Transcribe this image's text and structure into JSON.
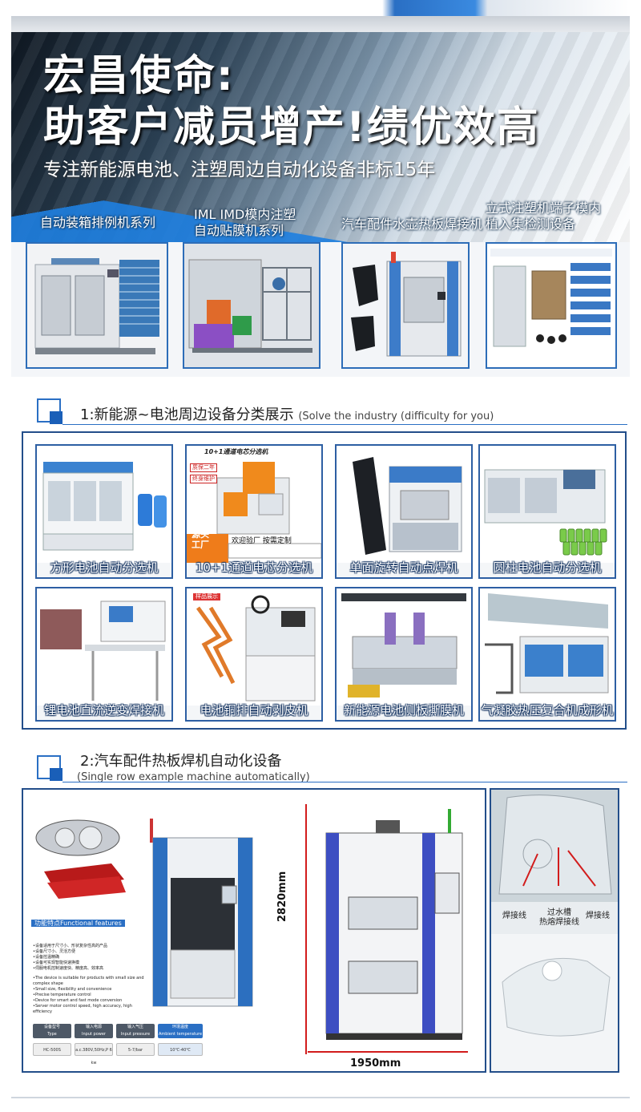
{
  "hero": {
    "title_line1": "宏昌使命:",
    "title_line2": "助客户减员增产!绩优效高",
    "subtitle": "专注新能源电池、注塑周边自动化设备非标15年",
    "products": [
      {
        "label": "自动装箱排例机系列"
      },
      {
        "label": "IML IMD模内注塑\n自动贴膜机系列"
      },
      {
        "label": "汽车配件水壶热板焊接机"
      },
      {
        "label": "立式注塑机端子模内\n植入集检测设备"
      }
    ]
  },
  "section1": {
    "title": "1:新能源~电池周边设备分类展示",
    "title_en": "(Solve the industry (difficulty for you)",
    "items": [
      {
        "label": "方形电池自动分选机"
      },
      {
        "label": "10+1通道电芯分选机"
      },
      {
        "label": "单面旋转自动点焊机"
      },
      {
        "label": "圆柱电池自动分选机"
      },
      {
        "label": "锂电池直流逆变焊接机"
      },
      {
        "label": "电池铜排自动剥皮机"
      },
      {
        "label": "新能源电池侧板撕膜机"
      },
      {
        "label": "气凝胶热压复合机成形机"
      }
    ],
    "badges": {
      "channel": "10+1通道电芯分选机",
      "warranty": "质保二年",
      "maintain": "终身维护",
      "source_factory": "源头\n工厂",
      "welcome": "欢迎验厂  按需定制",
      "sample": "样品展示"
    }
  },
  "section2": {
    "title": "2:汽车配件热板焊机自动化设备",
    "title_en": "(Single row example machine automatically)",
    "features_heading": "功能特点Functional features",
    "features_cn": [
      "•设备适用于尺寸小、形状复杂性高的产品",
      "•设备尺寸小、灵活方便",
      "•设备控温精确",
      "•设备可实现智能快速换模",
      "•伺服电机控制速度快、精度高、效率高"
    ],
    "features_en": [
      "•The device is suitable for products with small size and",
      " complex shape",
      "•Small size, flexibility and convenience",
      "•Precise temperature control",
      "•Device for smart and fast mode conversion",
      "•Server motor control speed, high accuracy, high",
      " efficiency"
    ],
    "spec_headers": [
      {
        "cn": "设备型号",
        "en": "Type"
      },
      {
        "cn": "输入电源",
        "en": "Input power"
      },
      {
        "cn": "输入气压",
        "en": "Input pressure"
      },
      {
        "cn": "环境温度",
        "en": "Ambient temperature"
      }
    ],
    "spec_values": [
      "HC-500S",
      "a.c.380V,50Hz,P 6 kw",
      "5-7/bar",
      "10℃-40℃"
    ],
    "dim_height": "2820mm",
    "dim_width": "1950mm",
    "weld_labels": {
      "left": "焊接线",
      "middle": "过水槽\n热熔焊接线",
      "right": "焊接线"
    }
  },
  "colors": {
    "accent_blue": "#2a6fc4",
    "frame_blue": "#234e8a",
    "dim_red": "#d21c1c"
  }
}
